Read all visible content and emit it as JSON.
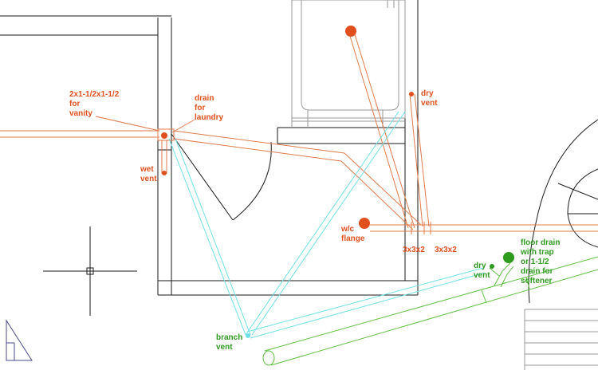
{
  "colors": {
    "wall": "#1a1a1a",
    "fixture": "#9a9a9a",
    "drain_pipe": "#e07a4a",
    "drain_label": "#e0501e",
    "vent_pipe": "#6fe0e8",
    "vent_label": "#2aa6a6",
    "floor_pipe": "#5fbf3f",
    "floor_label": "#2e9a1e"
  },
  "icons": {
    "crosshair": "crosshair-icon",
    "ucs": "ucs-triangle-icon"
  },
  "labels": {
    "vanity": [
      "2x1-1/2x1-1/2",
      "for",
      "vanity"
    ],
    "laundry": [
      "drain",
      "for",
      "laundry"
    ],
    "wet_vent": [
      "wet",
      "vent"
    ],
    "dry_vent_top": [
      "dry",
      "vent"
    ],
    "wc_flange": [
      "w/c",
      "flange"
    ],
    "tee_left": [
      "3x3x2"
    ],
    "tee_right": [
      "3x3x2"
    ],
    "dry_vent_right": [
      "dry",
      "vent"
    ],
    "floor_drain": [
      "floor drain",
      "with trap",
      "or 1-1/2",
      "drain for",
      "softener"
    ],
    "branch_vent": [
      "branch",
      "vent"
    ]
  }
}
